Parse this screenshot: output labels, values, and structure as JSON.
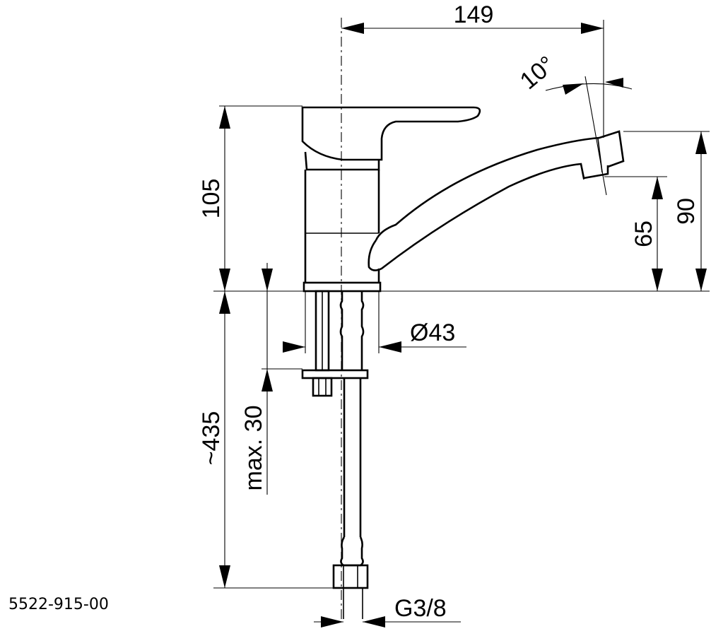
{
  "drawing": {
    "dimensions": {
      "spout_reach": "149",
      "spout_angle": "10°",
      "body_height": "105",
      "outlet_height": "90",
      "aerator_height": "65",
      "body_diameter": "Ø43",
      "hose_length": "~435",
      "max_thickness": "max. 30",
      "connection": "G3/8"
    },
    "part_number": "5522-915-00",
    "colors": {
      "ink": "#000000",
      "paper": "#ffffff"
    }
  }
}
